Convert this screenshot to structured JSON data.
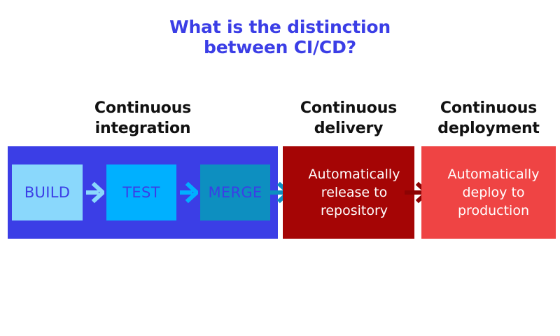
{
  "title": {
    "line1": "What is the distinction",
    "line2": "between CI/CD?",
    "color": "#3b3ee6"
  },
  "headings": {
    "ci": {
      "line1": "Continuous",
      "line2": "integration"
    },
    "delivery": {
      "line1": "Continuous",
      "line2": "delivery"
    },
    "deployment": {
      "line1": "Continuous",
      "line2": "deployment"
    }
  },
  "panels": {
    "continuous_integration": {
      "background": "#3b3ee6",
      "stages": [
        {
          "label": "BUILD",
          "background": "#8ad8fc",
          "text_color": "#3b3ee6"
        },
        {
          "label": "TEST",
          "background": "#00b0ff",
          "text_color": "#3b3ee6"
        },
        {
          "label": "MERGE",
          "background": "#0d8fc0",
          "text_color": "#3b3ee6"
        }
      ],
      "arrows": [
        {
          "name": "build-to-test",
          "color": "#8ad8fc"
        },
        {
          "name": "test-to-merge",
          "color": "#00b0ff"
        }
      ]
    },
    "continuous_delivery": {
      "background": "#a50505",
      "text_color": "#ffffff",
      "line1": "Automatically",
      "line2": "release to",
      "line3": "repository"
    },
    "continuous_deployment": {
      "background": "#ef4444",
      "text_color": "#ffffff",
      "line1": "Automatically",
      "line2": "deploy to",
      "line3": "production"
    }
  },
  "connectors": [
    {
      "name": "integration-to-delivery",
      "color": "#0d8fc0"
    },
    {
      "name": "delivery-to-deployment",
      "color": "#8c0303"
    }
  ]
}
